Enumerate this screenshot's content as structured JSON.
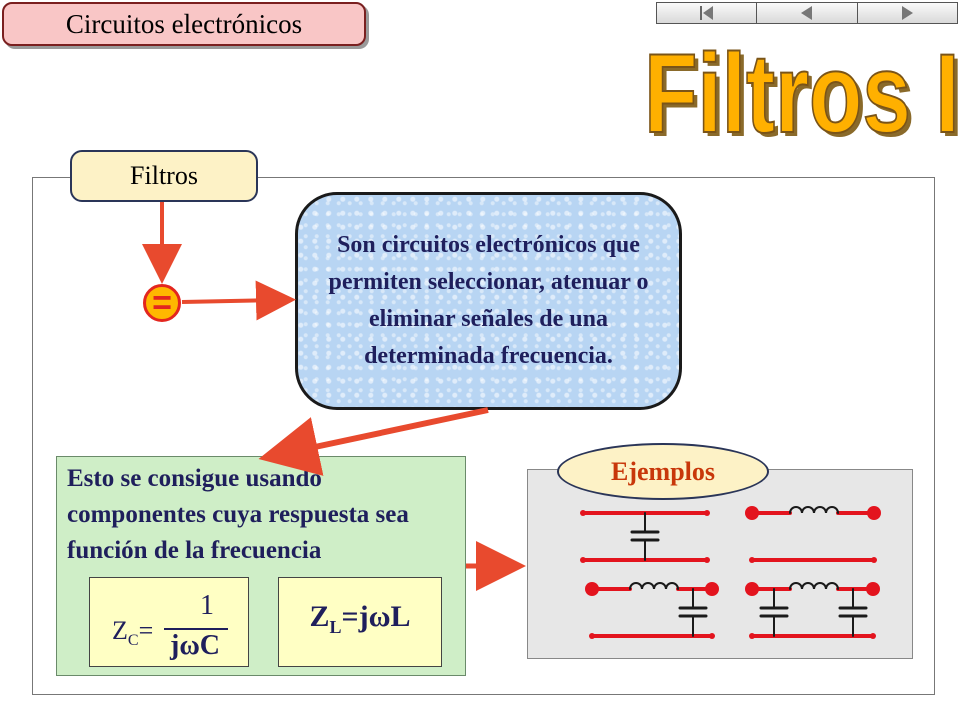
{
  "header": {
    "topic": "Circuitos electrónicos",
    "title": "Filtros I"
  },
  "nav": {
    "first_icon": "skip-to-first-icon",
    "prev_icon": "previous-slide-icon",
    "next_icon": "next-slide-icon"
  },
  "concept": {
    "tab_label": "Filtros",
    "equals_symbol": "=",
    "definition": "Son circuitos electrónicos que permiten seleccionar, atenuar o eliminar señales de una determinada frecuencia."
  },
  "explanation": {
    "text": "Esto se consigue usando componentes cuya respuesta sea función de la frecuencia",
    "zc": {
      "lhs": "Z",
      "sub": "C",
      "eq": "=",
      "numerator": "1",
      "denominator": "jωC"
    },
    "zl": {
      "lhs": "Z",
      "sub": "L",
      "rhs": "=jωL"
    }
  },
  "examples": {
    "tab_label": "Ejemplos"
  },
  "colors": {
    "arrow": "#e84a2e",
    "text_dark": "#1f1f5c",
    "title_fill": "#ffb000",
    "circuit": "#e3141e",
    "component": "#1a1a1a"
  }
}
